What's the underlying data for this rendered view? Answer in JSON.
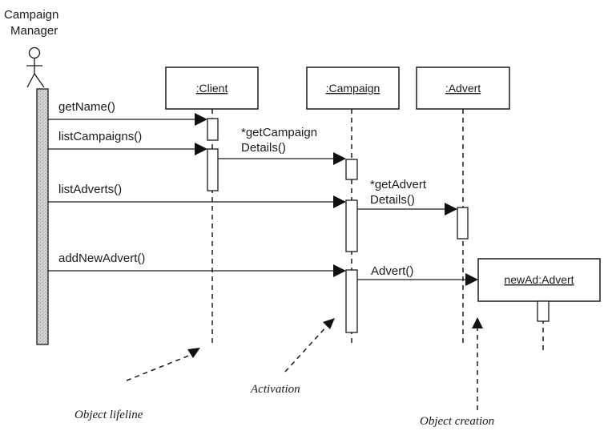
{
  "actor": {
    "name_line1": "Campaign",
    "name_line2": "Manager"
  },
  "objects": [
    {
      "id": "client",
      "label": ":Client"
    },
    {
      "id": "campaign",
      "label": ":Campaign"
    },
    {
      "id": "advert",
      "label": ":Advert"
    },
    {
      "id": "newad",
      "label": "newAd:Advert"
    }
  ],
  "messages": [
    {
      "from": "actor",
      "to": "client",
      "label": "getName()"
    },
    {
      "from": "actor",
      "to": "client",
      "label": "listCampaigns()"
    },
    {
      "from": "client",
      "to": "campaign",
      "label_line1": "*getCampaign",
      "label_line2": "Details()"
    },
    {
      "from": "actor",
      "to": "campaign",
      "label": "listAdverts()"
    },
    {
      "from": "campaign",
      "to": "advert",
      "label_line1": "*getAdvert",
      "label_line2": "Details()"
    },
    {
      "from": "actor",
      "to": "campaign",
      "label": "addNewAdvert()"
    },
    {
      "from": "campaign",
      "to": "newad",
      "label": "Advert()"
    }
  ],
  "annotations": [
    {
      "id": "lifeline",
      "label": "Object lifeline"
    },
    {
      "id": "activation",
      "label": "Activation"
    },
    {
      "id": "creation",
      "label": "Object creation"
    }
  ],
  "colors": {
    "ink": "#1a1a1a",
    "actor_bar": "#c8c8c8",
    "background": "#ffffff"
  }
}
